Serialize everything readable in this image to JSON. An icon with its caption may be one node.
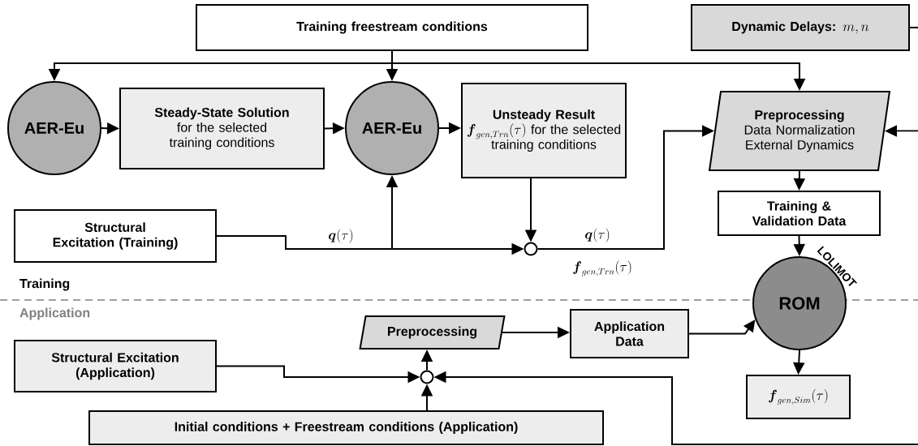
{
  "diagram": {
    "nodes": [
      {
        "text": [
          "Training freestream conditions"
        ]
      },
      {
        "text": [
          "Dynamic Delays:",
          "m, n"
        ]
      },
      {
        "text": [
          "AER-Eu"
        ]
      },
      {
        "text": [
          "Steady-State Solution",
          "for the selected training conditions"
        ]
      },
      {
        "text": [
          "AER-Eu"
        ]
      },
      {
        "text": [
          "Unsteady Result",
          "\\boldsymbol{f}_{gen,Trn}(\\tau)",
          "for the selected training conditions"
        ]
      },
      {
        "text": [
          "Preprocessing",
          "Data Normalization External Dynamics"
        ]
      },
      {
        "text": [
          "Structural Excitation (Training)"
        ]
      },
      {
        "text": [],
        "shape": "circle"
      },
      {
        "text": [
          "Training & Validation Data"
        ]
      },
      {
        "text": [
          "ROM"
        ],
        "beside": [
          "LOLIMOT"
        ]
      },
      {
        "text": [
          "Preprocessing"
        ]
      },
      {
        "text": [
          "Application Data"
        ]
      },
      {
        "text": [
          "Structural Excitation (Application)"
        ]
      },
      {
        "text": [],
        "shape": "circle"
      },
      {
        "text": [
          "\\boldsymbol{f}_{gen,Sim}(\\tau)"
        ]
      },
      {
        "text": [
          "Initial conditions + Freestream conditions (Application)"
        ]
      }
    ],
    "edges": [
      {
        "from": 0,
        "to": 2,
        "arrow": "to"
      },
      {
        "from": 0,
        "to": 4,
        "arrow": "to"
      },
      {
        "from": 0,
        "to": 6,
        "arrow": "to"
      },
      {
        "from": 2,
        "to": 3,
        "arrow": "to"
      },
      {
        "from": 3,
        "to": 4,
        "arrow": "to"
      },
      {
        "from": 4,
        "to": 5,
        "arrow": "to"
      },
      {
        "from": 7,
        "to": 4,
        "arrow": "to",
        "label": "\\boldsymbol{q}(\\tau)"
      },
      {
        "from": 7,
        "to": 8,
        "arrow": "to"
      },
      {
        "from": 5,
        "to": 8,
        "arrow": "to"
      },
      {
        "from": 8,
        "to": 6,
        "arrow": "to",
        "label": "\\boldsymbol{q}(\\tau)"
      },
      {
        "from": 1,
        "to": 6,
        "arrow": "to"
      },
      {
        "from": 6,
        "to": 9,
        "arrow": "to"
      },
      {
        "from": 9,
        "to": 10,
        "arrow": "to"
      },
      {
        "from": 10,
        "to": 15,
        "arrow": "to"
      },
      {
        "from": 11,
        "to": 12,
        "arrow": "to"
      },
      {
        "from": 12,
        "to": 10,
        "arrow": "to"
      },
      {
        "from": 13,
        "to": 14,
        "arrow": "to"
      },
      {
        "from": 16,
        "to": 14,
        "arrow": "to"
      },
      {
        "from": 14,
        "to": 11,
        "arrow": "to"
      },
      {
        "from": null,
        "to": 14,
        "arrow": "to"
      }
    ],
    "labels": [
      "\\boldsymbol{f}_{gen,Trn}(\\tau)",
      "Training",
      "Application"
    ]
  }
}
